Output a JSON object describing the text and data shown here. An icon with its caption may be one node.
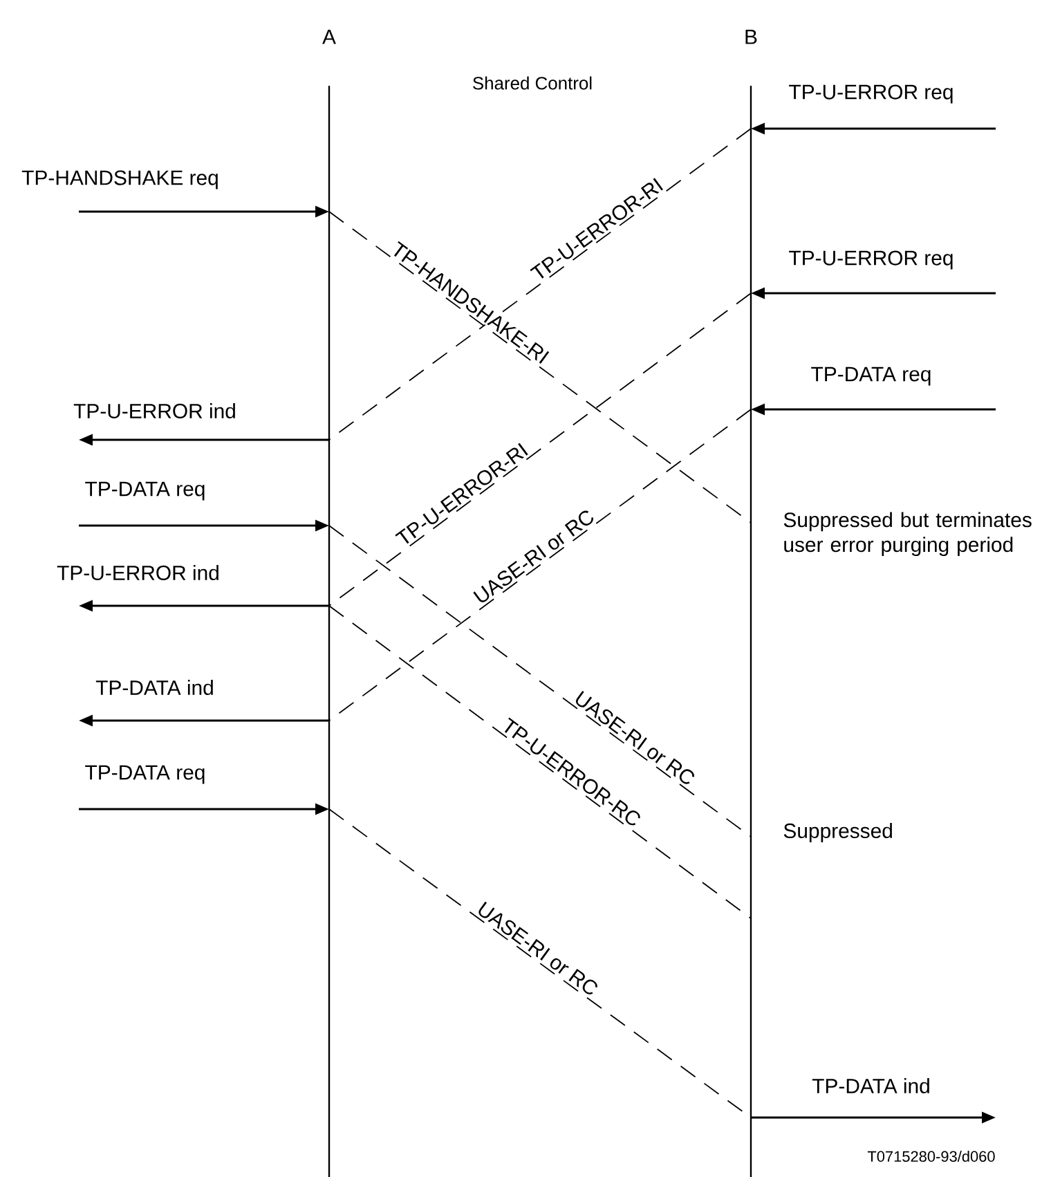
{
  "diagram": {
    "nodes": [
      {
        "text": [
          "A"
        ]
      },
      {
        "text": [
          "B"
        ]
      }
    ],
    "edges": [
      {
        "from": null,
        "to": 0,
        "arrow": "to",
        "label": "TP-HANDSHAKE req"
      },
      {
        "from": null,
        "to": 1,
        "arrow": "to",
        "label": "TP-U-ERROR req"
      },
      {
        "from": 1,
        "to": 0,
        "arrow": "none",
        "style": "dashed",
        "label": "TP-U-ERROR-RI"
      },
      {
        "from": 0,
        "to": 1,
        "arrow": "none",
        "style": "dashed",
        "label": "TP-HANDSHAKE-RI"
      },
      {
        "from": null,
        "to": 1,
        "arrow": "to",
        "label": "TP-U-ERROR req"
      },
      {
        "from": 1,
        "to": 0,
        "arrow": "none",
        "style": "dashed",
        "label": "TP-U-ERROR-RI"
      },
      {
        "from": 0,
        "to": null,
        "arrow": "to",
        "label": "TP-U-ERROR ind"
      },
      {
        "from": null,
        "to": 1,
        "arrow": "to",
        "label": "TP-DATA req"
      },
      {
        "from": 1,
        "to": 0,
        "arrow": "none",
        "style": "dashed",
        "label": "UASE-RI or RC"
      },
      {
        "from": null,
        "to": 0,
        "arrow": "to",
        "label": "TP-DATA req"
      },
      {
        "from": 0,
        "to": 1,
        "arrow": "none",
        "style": "dashed",
        "label": "UASE-RI or RC"
      },
      {
        "from": 0,
        "to": null,
        "arrow": "to",
        "label": "TP-U-ERROR ind"
      },
      {
        "from": 0,
        "to": 1,
        "arrow": "none",
        "style": "dashed",
        "label": "TP-U-ERROR-RC"
      },
      {
        "from": 0,
        "to": null,
        "arrow": "to",
        "label": "TP-DATA ind"
      },
      {
        "from": null,
        "to": 0,
        "arrow": "to",
        "label": "TP-DATA req"
      },
      {
        "from": 0,
        "to": 1,
        "arrow": "none",
        "style": "dashed",
        "label": "UASE-RI or RC"
      },
      {
        "from": 1,
        "to": null,
        "arrow": "to",
        "label": "TP-DATA ind"
      }
    ],
    "labels": [
      "Shared Control",
      "Suppressed but terminates user error purging period",
      "Suppressed",
      "T0715280-93/d060"
    ]
  }
}
